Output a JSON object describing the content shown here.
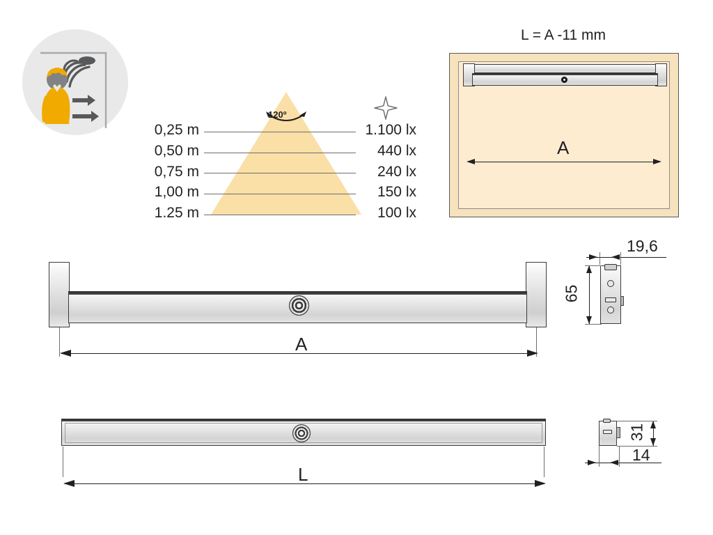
{
  "diagram": {
    "title_note": "L = A -11 mm",
    "sensor_icon": {
      "name": "motion-sensor-person-icon",
      "person_color": "#f0aa00",
      "head_color": "#808285",
      "wave_color": "#58595b",
      "badge_bg": "#e9e9e9"
    },
    "light_cone": {
      "beam_angle": "120º",
      "beam_color": "#fadfa7",
      "rows": [
        {
          "distance": "0,25 m",
          "illuminance": "1.100 lx"
        },
        {
          "distance": "0,50 m",
          "illuminance": "440 lx"
        },
        {
          "distance": "0,75 m",
          "illuminance": "240 lx"
        },
        {
          "distance": "1,00 m",
          "illuminance": "150 lx"
        },
        {
          "distance": "1.25 m",
          "illuminance": "100 lx"
        }
      ],
      "star_icon": "four-point-sparkle-icon"
    },
    "cabinet_view": {
      "label": "A",
      "body_color": "#f6e2bd",
      "panel_color": "#fdecd0"
    },
    "front_view_top": {
      "dimension_label": "A"
    },
    "front_view_bottom": {
      "dimension_label": "L"
    },
    "side_view_top": {
      "width_label": "19,6",
      "height_label": "65"
    },
    "side_view_bottom": {
      "height_label": "31",
      "width_label": "14"
    }
  }
}
